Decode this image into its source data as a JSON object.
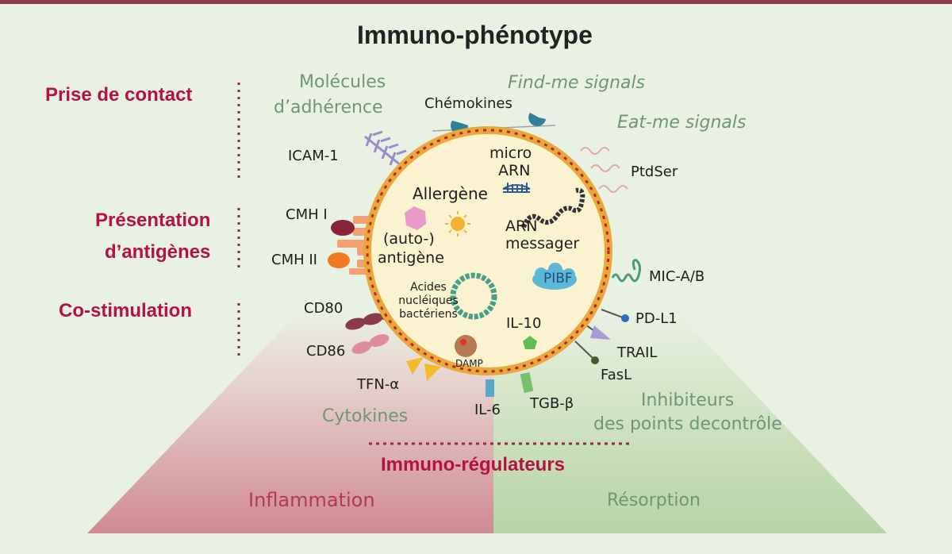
{
  "title": "Immuno-phénotype",
  "sections": {
    "contact": "Prise de contact",
    "antigen_1": "Présentation",
    "antigen_2": "d’antigènes",
    "costim": "Co-stimulation",
    "regulators": "Immuno-régulateurs"
  },
  "groups": {
    "adhesion_1": "Molécules",
    "adhesion_2": "d’adhérence",
    "find_me": "Find-me signals",
    "eat_me": "Eat-me signals",
    "cytokines": "Cytokines",
    "checkpoint_1": "Inhibiteurs",
    "checkpoint_2": "des points decontrôle"
  },
  "molecules": {
    "chemokines": "Chémokines",
    "icam": "ICAM-1",
    "ptdser": "PtdSer",
    "cmh1": "CMH I",
    "cmh2": "CMH II",
    "mic": "MIC-A/B",
    "cd80": "CD80",
    "cd86": "CD86",
    "pdl1": "PD-L1",
    "trail": "TRAIL",
    "fasl": "FasL",
    "tfn": "TFN-α",
    "il6": "IL-6",
    "tgb": "TGB-β"
  },
  "cargo": {
    "micro_1": "micro",
    "micro_2": "ARN",
    "allergen": "Allergène",
    "arn_1": "ARN",
    "arn_2": "messager",
    "auto_1": "(auto-)",
    "auto_2": "antigène",
    "pibf": "PIBF",
    "acides_1": "Acides",
    "acides_2": "nucléiques",
    "acides_3": "bactériens",
    "il10": "IL-10",
    "damp": "DAMP"
  },
  "outcomes": {
    "inflammation": "Inflammation",
    "resorption": "Résorption"
  },
  "colors": {
    "top_bar": "#8b3a4a",
    "background": "#e9f1e2",
    "section_header": "#b5123f",
    "group_label": "#6f9673",
    "inflammation": "#d28d95",
    "resorption": "#bcd7ac",
    "vesicle_fill": "#fbf3cf",
    "vesicle_border": "#e8a83c"
  },
  "icons": [
    "adhesion-molecule-icon",
    "chemokine-icon",
    "phosphatidylserine-icon",
    "mhc-icon",
    "mic-coil-icon",
    "costimulatory-icon",
    "pdl1-icon",
    "trail-arrow-icon",
    "fasl-icon",
    "cytokine-triangle-icon",
    "mirna-icon",
    "allergen-sun-icon",
    "mrna-strand-icon",
    "antigen-hexagon-icon",
    "dna-ring-icon",
    "pibf-cloud-icon",
    "il10-pentagon-icon",
    "damp-sphere-icon"
  ]
}
